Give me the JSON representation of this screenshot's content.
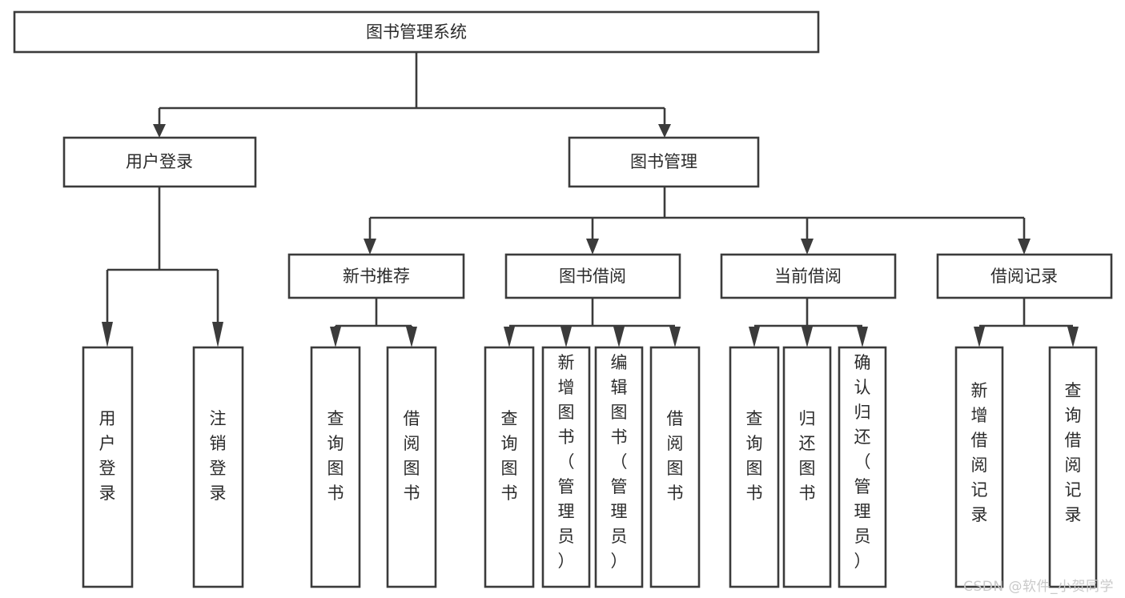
{
  "diagram": {
    "title": "图书管理系统",
    "type": "hierarchy-tree",
    "background_color": "#ffffff",
    "line_color": "#3b3b3b",
    "text_color": "#2b2b2b",
    "levels": 4,
    "root": {
      "id": "root",
      "label": "图书管理系统",
      "orientation": "horizontal"
    },
    "level2": [
      {
        "id": "user-login",
        "label": "用户登录",
        "orientation": "horizontal"
      },
      {
        "id": "book-manage",
        "label": "图书管理",
        "orientation": "horizontal"
      }
    ],
    "level3": [
      {
        "id": "new-book-recommend",
        "label": "新书推荐",
        "orientation": "horizontal",
        "parent": "book-manage"
      },
      {
        "id": "book-borrow",
        "label": "图书借阅",
        "orientation": "horizontal",
        "parent": "book-manage"
      },
      {
        "id": "current-borrow",
        "label": "当前借阅",
        "orientation": "horizontal",
        "parent": "book-manage"
      },
      {
        "id": "borrow-record",
        "label": "借阅记录",
        "orientation": "horizontal",
        "parent": "book-manage"
      }
    ],
    "leaves": [
      {
        "id": "leaf-user-login",
        "label": "用户登录",
        "orientation": "vertical",
        "parent": "user-login"
      },
      {
        "id": "leaf-user-logout",
        "label": "注销登录",
        "orientation": "vertical",
        "parent": "user-login"
      },
      {
        "id": "leaf-query-book-1",
        "label": "查询图书",
        "orientation": "vertical",
        "parent": "new-book-recommend"
      },
      {
        "id": "leaf-borrow-book-1",
        "label": "借阅图书",
        "orientation": "vertical",
        "parent": "new-book-recommend"
      },
      {
        "id": "leaf-query-book-2",
        "label": "查询图书",
        "orientation": "vertical",
        "parent": "book-borrow"
      },
      {
        "id": "leaf-add-book",
        "label": "新增图书（管理员）",
        "orientation": "vertical",
        "parent": "book-borrow"
      },
      {
        "id": "leaf-edit-book",
        "label": "编辑图书（管理员）",
        "orientation": "vertical",
        "parent": "book-borrow"
      },
      {
        "id": "leaf-borrow-book-2",
        "label": "借阅图书",
        "orientation": "vertical",
        "parent": "book-borrow"
      },
      {
        "id": "leaf-query-book-3",
        "label": "查询图书",
        "orientation": "vertical",
        "parent": "current-borrow"
      },
      {
        "id": "leaf-return-book",
        "label": "归还图书",
        "orientation": "vertical",
        "parent": "current-borrow"
      },
      {
        "id": "leaf-confirm-return",
        "label": "确认归还（管理员）",
        "orientation": "vertical",
        "parent": "current-borrow"
      },
      {
        "id": "leaf-add-record",
        "label": "新增借阅记录",
        "orientation": "vertical",
        "parent": "borrow-record"
      },
      {
        "id": "leaf-query-record",
        "label": "查询借阅记录",
        "orientation": "vertical",
        "parent": "borrow-record"
      }
    ]
  },
  "watermark": {
    "text": "CSDN @软件_小贺同学",
    "color": "#c9c9c9"
  }
}
